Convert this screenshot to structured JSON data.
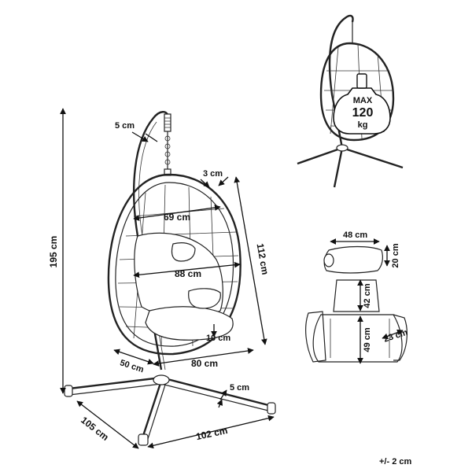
{
  "dimensions": {
    "total_height": "195 cm",
    "hook_gap": "5 cm",
    "rim_thickness": "3 cm",
    "inner_width": "69 cm",
    "basket_height": "112 cm",
    "basket_width": "88 cm",
    "cushion_thickness": "10 cm",
    "basket_depth": "50 cm",
    "basket_base": "80 cm",
    "leg_height": "5 cm",
    "base_depth": "105 cm",
    "base_width": "102 cm",
    "pillow_width": "48 cm",
    "pillow_height": "20 cm",
    "back_cushion_height": "42 cm",
    "seat_cushion_height": "49 cm",
    "side_cushion_width": "23 cm"
  },
  "max_load": {
    "label": "MAX",
    "value": "120",
    "unit": "kg"
  },
  "tolerance": "+/- 2 cm",
  "colors": {
    "line": "#222222",
    "text": "#111111",
    "background": "#ffffff"
  }
}
